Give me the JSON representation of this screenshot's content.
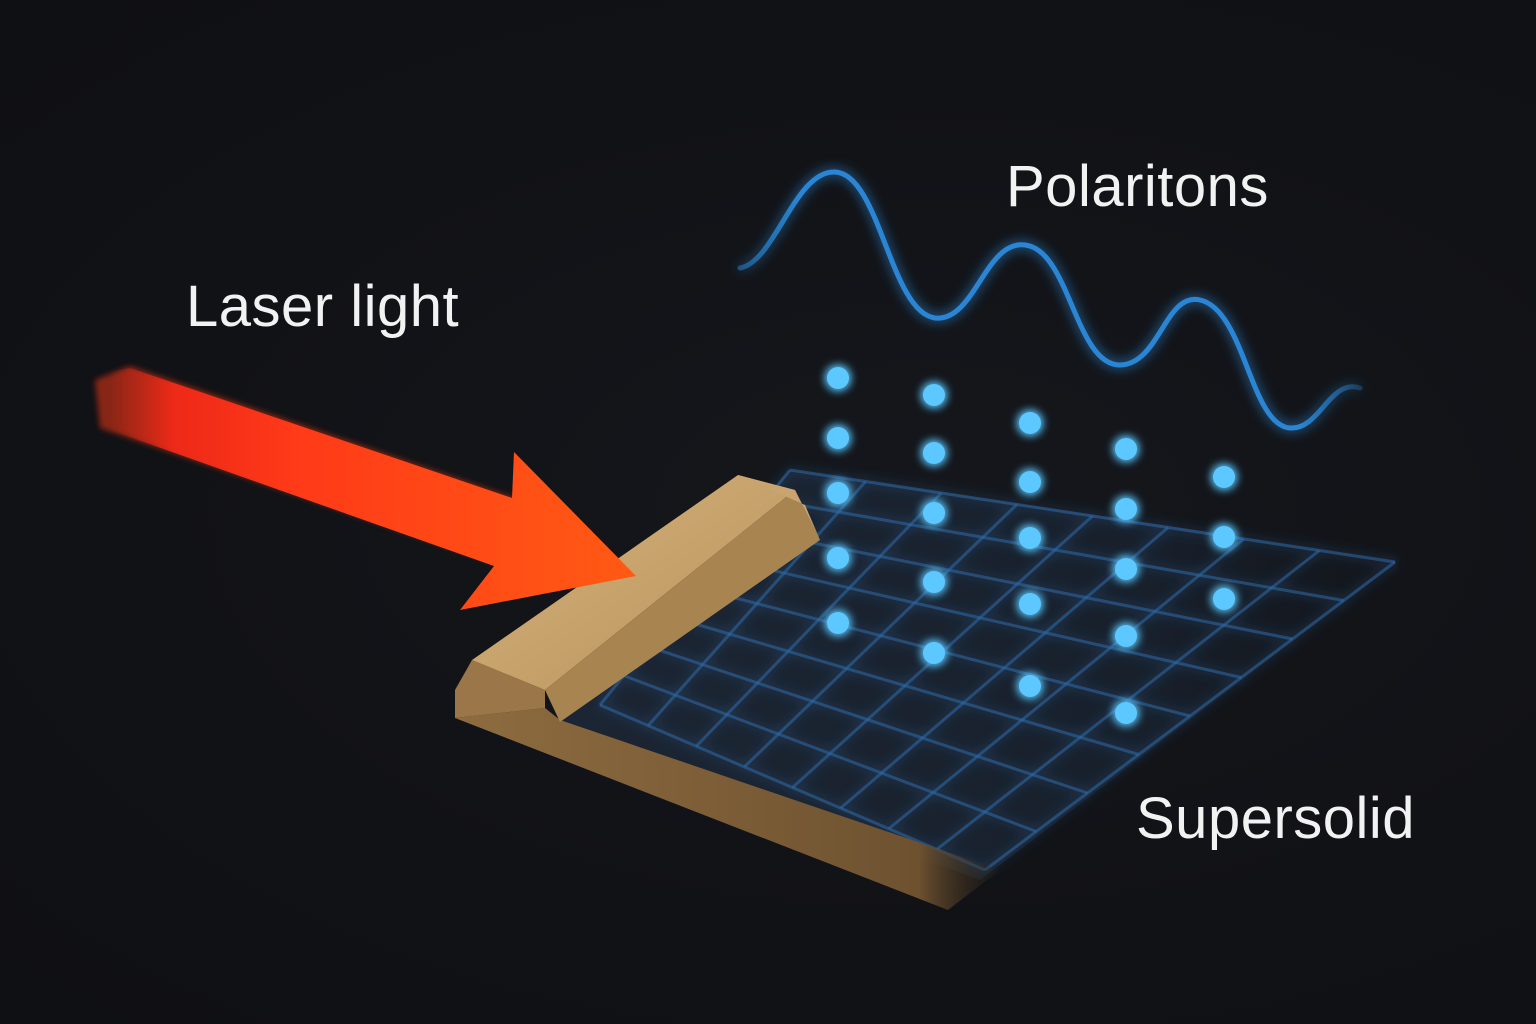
{
  "labels": {
    "laser": "Laser light",
    "polaritons": "Polaritons",
    "supersolid": "Supersolid"
  },
  "colors": {
    "background": "#111216",
    "laser_start": "#ff2a18",
    "laser_end": "#ff5a14",
    "substrate_top": "#c8a470",
    "substrate_side": "#8a6a3e",
    "ridge_face": "#b08c58",
    "grid_line": "#2f6aa8",
    "dot": "#5cc8ff",
    "wave": "#2a86d4",
    "text": "#f2f2f2"
  }
}
